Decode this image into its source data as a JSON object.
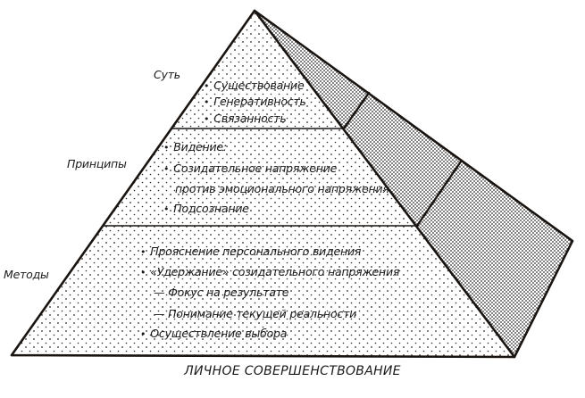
{
  "diagram": {
    "title": "ЛИЧНОЕ СОВЕРШЕНСТВОВАНИЕ",
    "type": "pyramid",
    "colors": {
      "line": "#1a1410",
      "dots": "#2a2a2a",
      "background": "#ffffff"
    },
    "tiers": [
      {
        "label": "Суть",
        "items": [
          {
            "type": "bullet",
            "text": "Существование"
          },
          {
            "type": "bullet",
            "text": "Генеративность"
          },
          {
            "type": "bullet",
            "text": "Связанность"
          }
        ]
      },
      {
        "label": "Принципы",
        "items": [
          {
            "type": "bullet",
            "text": "Видение:"
          },
          {
            "type": "bullet",
            "text": "Созидательное напряжение"
          },
          {
            "type": "continuation",
            "text": "против эмоционального напряжения"
          },
          {
            "type": "bullet",
            "text": "Подсознание"
          }
        ]
      },
      {
        "label": "Методы",
        "items": [
          {
            "type": "bullet",
            "text": "Прояснение персонального видения"
          },
          {
            "type": "bullet",
            "text": "«Удержание» созидательного напряжения"
          },
          {
            "type": "dash",
            "text": "— Фокус на результате"
          },
          {
            "type": "dash",
            "text": "— Понимание текущей реальности"
          },
          {
            "type": "bullet",
            "text": "Осуществление выбора"
          }
        ]
      }
    ]
  }
}
